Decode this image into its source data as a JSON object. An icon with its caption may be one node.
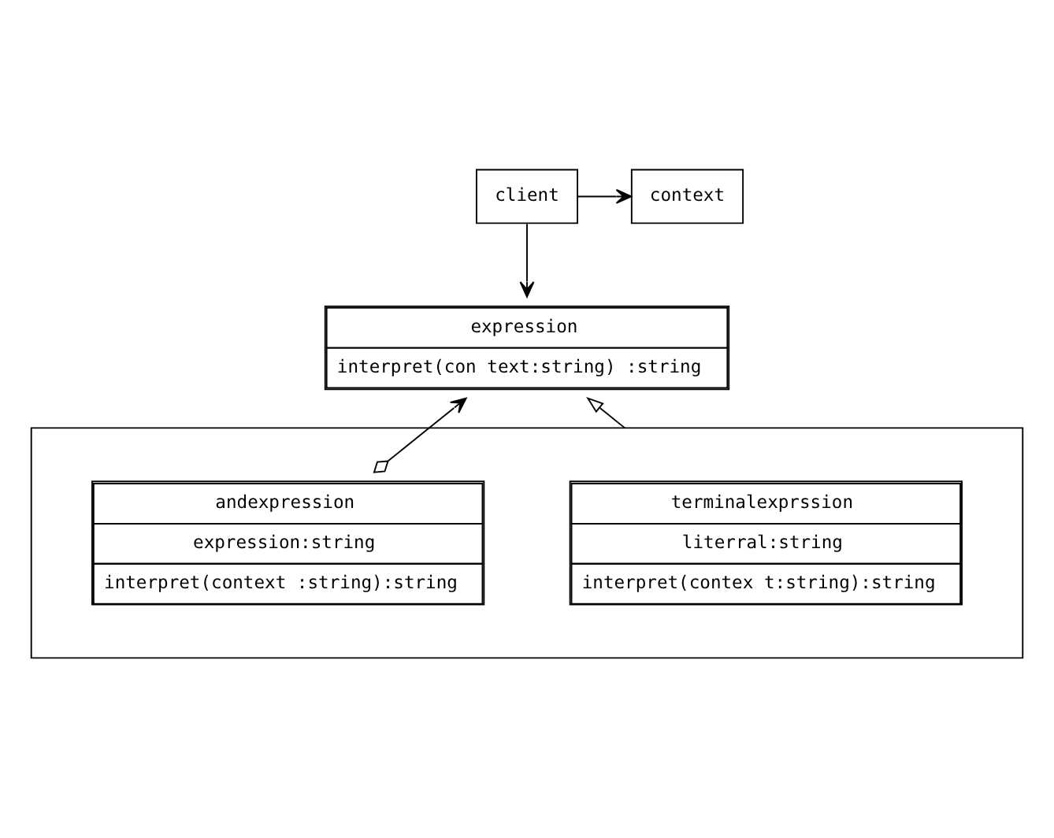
{
  "diagram": {
    "nodes": [
      {
        "text": [
          "client"
        ]
      },
      {
        "text": [
          "context"
        ]
      },
      {
        "text": [
          "expression",
          "interpret(con text:string) :string"
        ]
      },
      {
        "text": [],
        "shape": "box"
      },
      {
        "text": [
          "terminalexprssion",
          "literral:string",
          "interpret(contex t:string):string"
        ],
        "in": 3
      },
      {
        "text": [
          "andexpression",
          "expression:string",
          "interpret(context :string):string"
        ],
        "in": 3
      }
    ],
    "edges": [
      {
        "from": 0,
        "to": 1,
        "arrow": "to"
      },
      {
        "from": 0,
        "to": 2,
        "arrow": "to"
      },
      {
        "from": 3,
        "to": 2,
        "arrow": "to"
      },
      {
        "from": 5,
        "to": 2,
        "arrow": "to"
      }
    ]
  }
}
